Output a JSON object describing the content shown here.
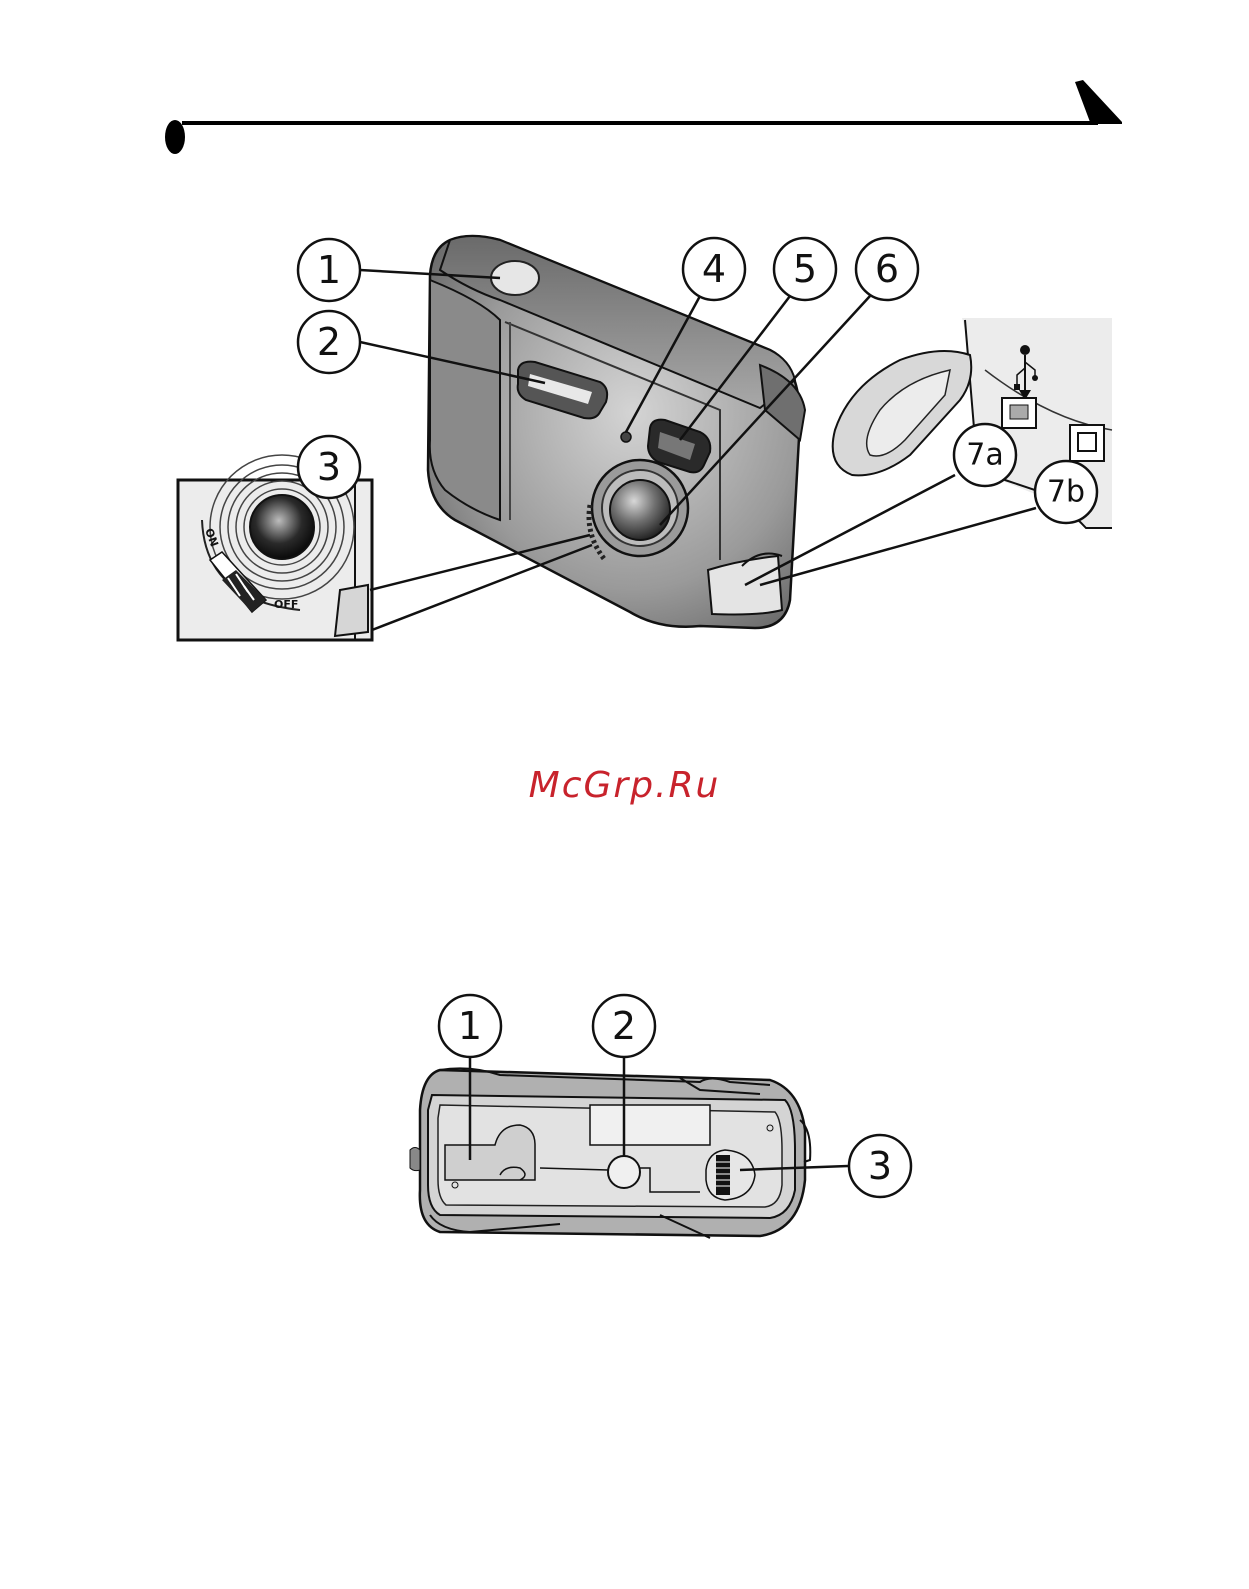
{
  "header": {
    "style": "decorative rule with arrowhead",
    "color": "#000000"
  },
  "figure_front": {
    "callouts": [
      "1",
      "2",
      "3",
      "4",
      "5",
      "6",
      "7a",
      "7b"
    ],
    "switch_labels": {
      "on": "ON",
      "off": "OFF"
    }
  },
  "watermark": {
    "text": "McGrp.Ru",
    "color": "#c8232c"
  },
  "figure_bottom": {
    "callouts": [
      "1",
      "2",
      "3"
    ]
  },
  "colors": {
    "body_gray": "#8a8a8a",
    "light_gray": "#c8c8c8",
    "outline": "#111111"
  }
}
